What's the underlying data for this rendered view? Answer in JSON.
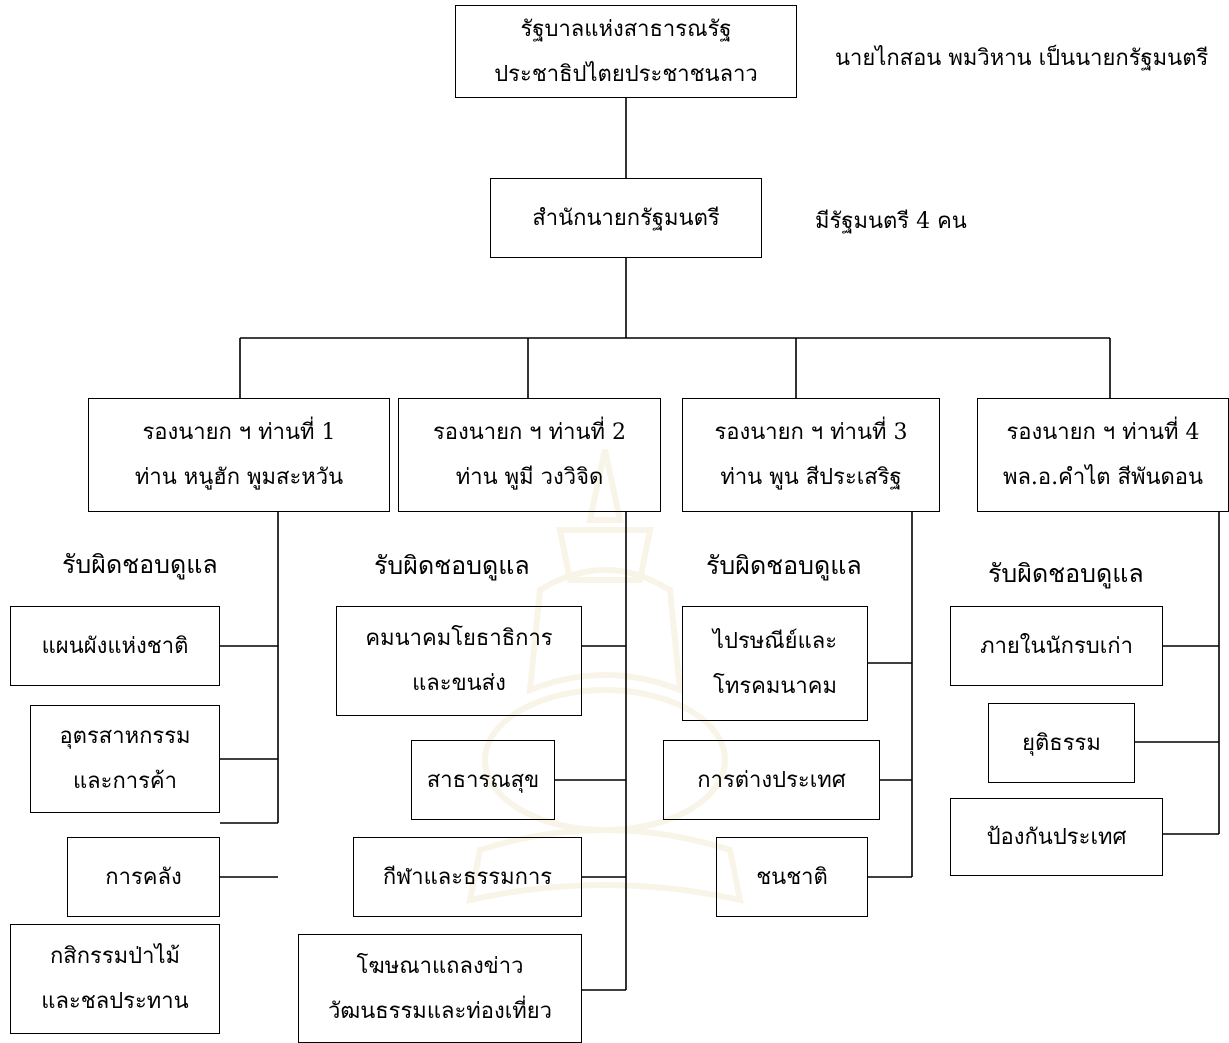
{
  "government": {
    "line1": "รัฐบาลแห่งสาธารณรัฐ",
    "line2": "ประชาธิปไตยประชาชนลาว",
    "note": "นายไกสอน พมวิหาน เป็นนายกรัฐมนตรี"
  },
  "pm_office": {
    "label": "สำนักนายกรัฐมนตรี",
    "note": "มีรัฐมนตรี 4 คน"
  },
  "deputies": [
    {
      "title": "รองนายก ฯ ท่านที่ 1",
      "name": "ท่าน หนูฮัก  พูมสะหวัน",
      "heading": "รับผิดชอบดูแล",
      "duties": [
        {
          "line1": "แผนผังแห่งชาติ"
        },
        {
          "line1": "อุตรสาหกรรม",
          "line2": "และการค้า"
        },
        {
          "line1": "การคลัง"
        },
        {
          "line1": "กสิกรรมป่าไม้",
          "line2": "และชลประทาน"
        }
      ]
    },
    {
      "title": "รองนายก ฯ ท่านที่ 2",
      "name": "ท่าน พูมี  วงวิจิด",
      "heading": "รับผิดชอบดูแล",
      "duties": [
        {
          "line1": "คมนาคมโยธาธิการ",
          "line2": "และขนส่ง"
        },
        {
          "line1": "สาธารณสุข"
        },
        {
          "line1": "กีฬาและธรรมการ"
        },
        {
          "line1": "โฆษณาแถลงข่าว",
          "line2": "วัฒนธรรมและท่องเที่ยว"
        }
      ]
    },
    {
      "title": "รองนายก ฯ ท่านที่ 3",
      "name": "ท่าน พูน  สีประเสริฐ",
      "heading": "รับผิดชอบดูแล",
      "duties": [
        {
          "line1": "ไปรษณีย์และ",
          "line2": "โทรคมนาคม"
        },
        {
          "line1": "การต่างประเทศ"
        },
        {
          "line1": "ชนชาติ"
        }
      ]
    },
    {
      "title": "รองนายก ฯ ท่านที่ 4",
      "name": "พล.อ.คำไต  สีพันดอน",
      "heading": "รับผิดชอบดูแล",
      "duties": [
        {
          "line1": "ภายในนักรบเก่า"
        },
        {
          "line1": "ยุติธรรม"
        },
        {
          "line1": "ป้องกันประเทศ"
        }
      ]
    }
  ]
}
